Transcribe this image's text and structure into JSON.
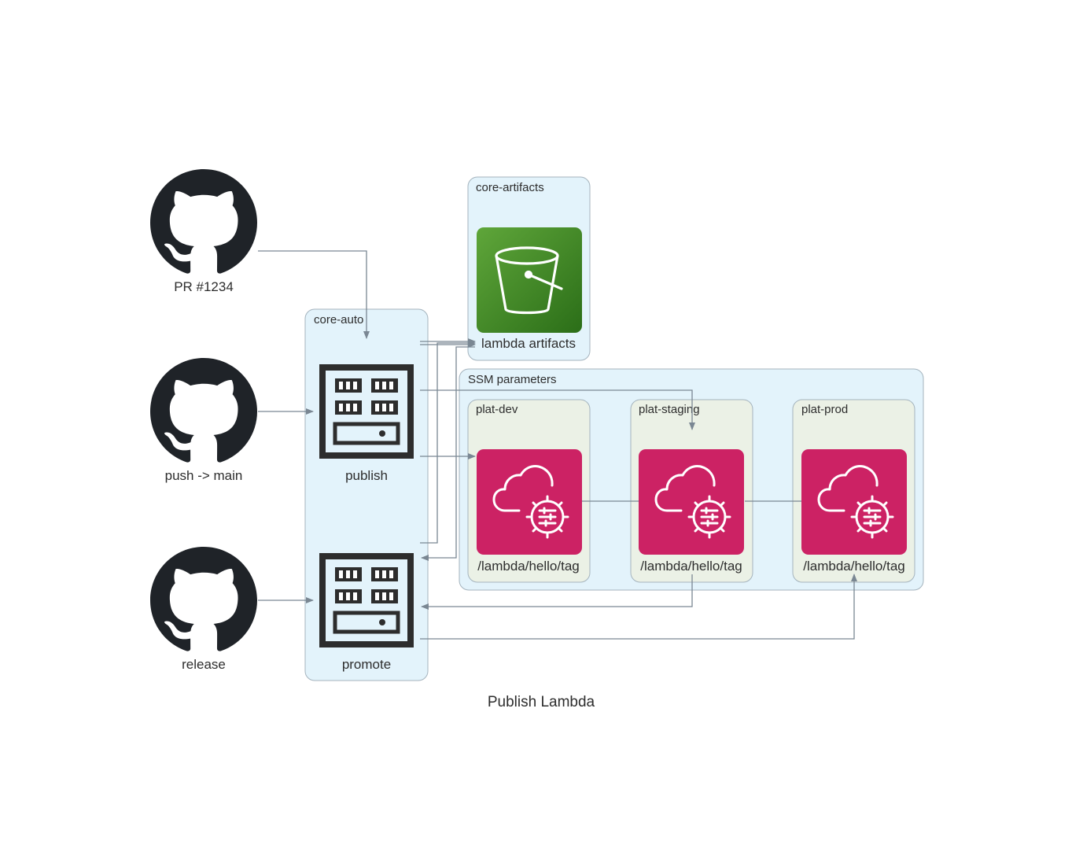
{
  "title": "Publish Lambda",
  "colors": {
    "cluster_fill": "#e3f3fb",
    "cluster_stroke": "#a4b3bd",
    "env_fill": "#ebf1e6",
    "s3_gradient_top": "#5fa63a",
    "s3_gradient_bottom": "#2b6e18",
    "ssm_fill": "#cc2264",
    "github_fill": "#1f2328",
    "edge": "#7a8793"
  },
  "sources": [
    {
      "label": "PR #1234",
      "icon": "github-icon"
    },
    {
      "label": "push -> main",
      "icon": "github-icon"
    },
    {
      "label": "release",
      "icon": "github-icon"
    }
  ],
  "clusters": {
    "core_auto": {
      "label": "core-auto",
      "nodes": [
        {
          "label": "publish",
          "icon": "server-rack-icon"
        },
        {
          "label": "promote",
          "icon": "server-rack-icon"
        }
      ]
    },
    "core_artifacts": {
      "label": "core-artifacts",
      "node": {
        "label": "lambda artifacts",
        "icon": "s3-bucket-icon"
      }
    },
    "ssm": {
      "label": "SSM parameters",
      "envs": [
        {
          "label": "plat-dev",
          "param": "/lambda/hello/tag",
          "icon": "ssm-parameter-store-icon"
        },
        {
          "label": "plat-staging",
          "param": "/lambda/hello/tag",
          "icon": "ssm-parameter-store-icon"
        },
        {
          "label": "plat-prod",
          "param": "/lambda/hello/tag",
          "icon": "ssm-parameter-store-icon"
        }
      ]
    }
  }
}
